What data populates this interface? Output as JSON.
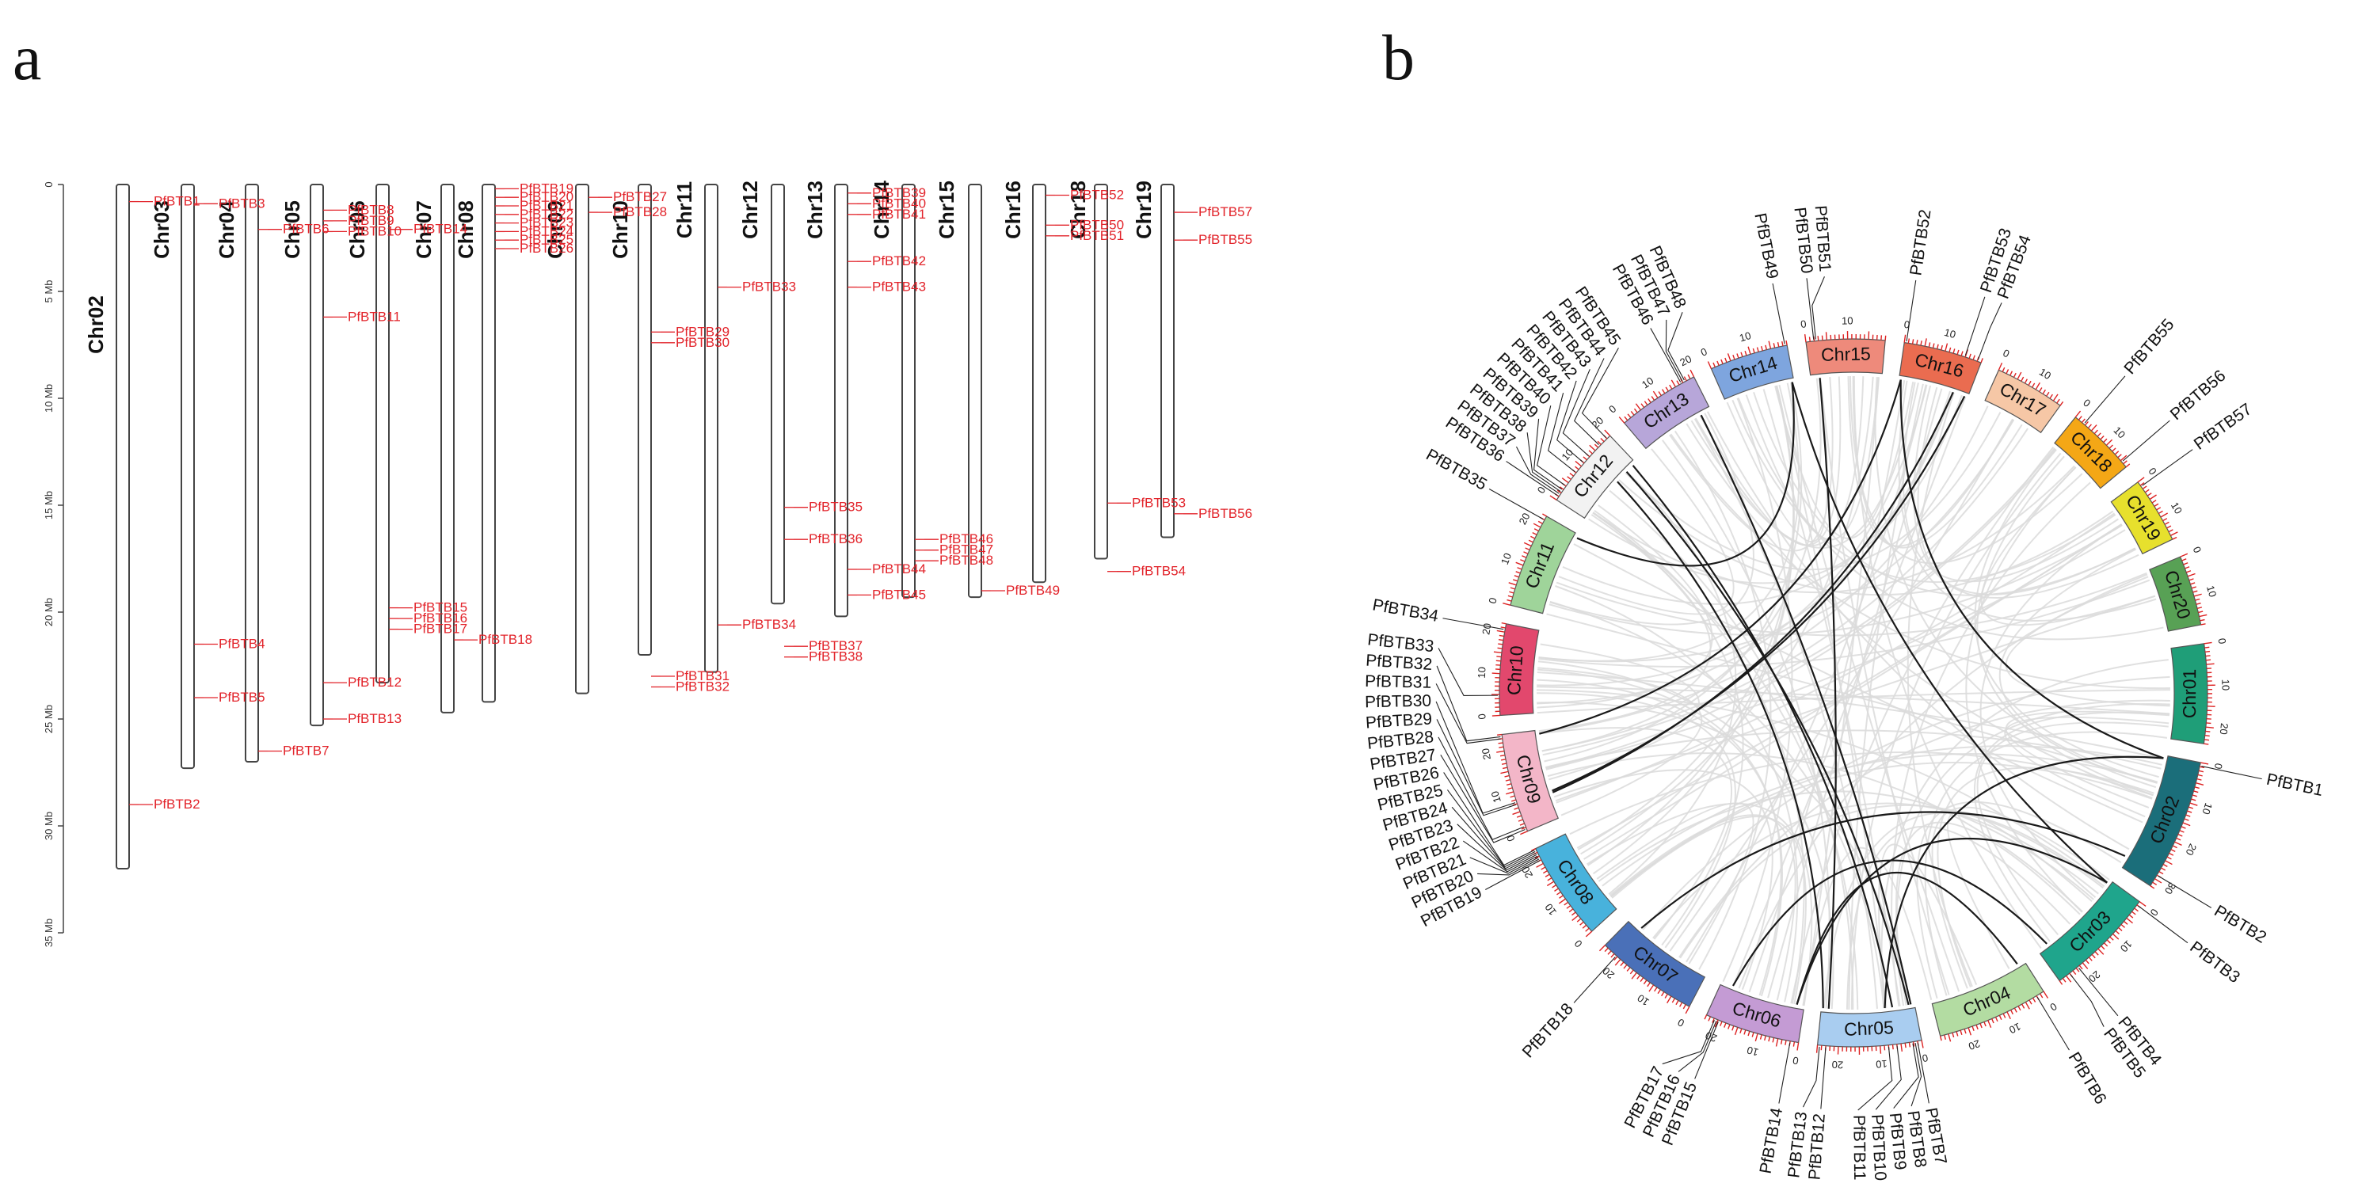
{
  "panels": {
    "a": "a",
    "b": "b"
  },
  "panel_a": {
    "axis": {
      "labels": [
        "0",
        "5 Mb",
        "10 Mb",
        "15 Mb",
        "20 Mb",
        "25 Mb",
        "30 Mb",
        "35 Mb"
      ],
      "max_mb": 35
    },
    "chromosomes": [
      {
        "name": "Chr02",
        "length_mb": 32
      },
      {
        "name": "Chr03",
        "length_mb": 27.3
      },
      {
        "name": "Chr04",
        "length_mb": 27
      },
      {
        "name": "Chr05",
        "length_mb": 25.3
      },
      {
        "name": "Chr06",
        "length_mb": 23.3
      },
      {
        "name": "Chr07",
        "length_mb": 24.7
      },
      {
        "name": "Chr08",
        "length_mb": 24.2
      },
      {
        "name": "Chr09",
        "length_mb": 23.8
      },
      {
        "name": "Chr10",
        "length_mb": 22
      },
      {
        "name": "Chr11",
        "length_mb": 22.8
      },
      {
        "name": "Chr12",
        "length_mb": 19.6
      },
      {
        "name": "Chr13",
        "length_mb": 20.2
      },
      {
        "name": "Chr14",
        "length_mb": 19.3
      },
      {
        "name": "Chr15",
        "length_mb": 19.3
      },
      {
        "name": "Chr16",
        "length_mb": 18.6
      },
      {
        "name": "Chr18",
        "length_mb": 17.5
      },
      {
        "name": "Chr19",
        "length_mb": 16.5
      }
    ],
    "genes": [
      {
        "chr": 0,
        "pos": 0.8,
        "name": "PfBTB1"
      },
      {
        "chr": 0,
        "pos": 29,
        "name": "PfBTB2"
      },
      {
        "chr": 1,
        "pos": 0.9,
        "name": "PfBTB3"
      },
      {
        "chr": 1,
        "pos": 21.5,
        "name": "PfBTB4"
      },
      {
        "chr": 1,
        "pos": 24,
        "name": "PfBTB5"
      },
      {
        "chr": 2,
        "pos": 2.1,
        "name": "PfBTB6"
      },
      {
        "chr": 2,
        "pos": 26.5,
        "name": "PfBTB7"
      },
      {
        "chr": 3,
        "pos": 1.2,
        "name": "PfBTB8"
      },
      {
        "chr": 3,
        "pos": 1.7,
        "name": "PfBTB9"
      },
      {
        "chr": 3,
        "pos": 2.2,
        "name": "PfBTB10"
      },
      {
        "chr": 3,
        "pos": 6.2,
        "name": "PfBTB11"
      },
      {
        "chr": 3,
        "pos": 23.3,
        "name": "PfBTB12"
      },
      {
        "chr": 3,
        "pos": 25,
        "name": "PfBTB13"
      },
      {
        "chr": 4,
        "pos": 2.1,
        "name": "PfBTB14"
      },
      {
        "chr": 4,
        "pos": 19.8,
        "name": "PfBTB15"
      },
      {
        "chr": 4,
        "pos": 20.3,
        "name": "PfBTB16"
      },
      {
        "chr": 4,
        "pos": 20.8,
        "name": "PfBTB17"
      },
      {
        "chr": 5,
        "pos": 21.3,
        "name": "PfBTB18"
      },
      {
        "chr": 6,
        "pos": 0.2,
        "name": "PfBTB19"
      },
      {
        "chr": 6,
        "pos": 0.6,
        "name": "PfBTB20"
      },
      {
        "chr": 6,
        "pos": 1,
        "name": "PfBTB21"
      },
      {
        "chr": 6,
        "pos": 1.4,
        "name": "PfBTB22"
      },
      {
        "chr": 6,
        "pos": 1.8,
        "name": "PfBTB23"
      },
      {
        "chr": 6,
        "pos": 2.2,
        "name": "PfBTB24"
      },
      {
        "chr": 6,
        "pos": 2.6,
        "name": "PfBTB25"
      },
      {
        "chr": 6,
        "pos": 3,
        "name": "PfBTB26"
      },
      {
        "chr": 7,
        "pos": 0.6,
        "name": "PfBTB27"
      },
      {
        "chr": 7,
        "pos": 1.3,
        "name": "PfBTB28"
      },
      {
        "chr": 8,
        "pos": 6.9,
        "name": "PfBTB29"
      },
      {
        "chr": 8,
        "pos": 7.4,
        "name": "PfBTB30"
      },
      {
        "chr": 8,
        "pos": 23,
        "name": "PfBTB31"
      },
      {
        "chr": 8,
        "pos": 23.5,
        "name": "PfBTB32"
      },
      {
        "chr": 9,
        "pos": 4.8,
        "name": "PfBTB33"
      },
      {
        "chr": 9,
        "pos": 20.6,
        "name": "PfBTB34"
      },
      {
        "chr": 10,
        "pos": 15.1,
        "name": "PfBTB35"
      },
      {
        "chr": 10,
        "pos": 16.6,
        "name": "PfBTB36"
      },
      {
        "chr": 10,
        "pos": 21.6,
        "name": "PfBTB37"
      },
      {
        "chr": 10,
        "pos": 22.1,
        "name": "PfBTB38"
      },
      {
        "chr": 11,
        "pos": 0.4,
        "name": "PfBTB39"
      },
      {
        "chr": 11,
        "pos": 0.9,
        "name": "PfBTB40"
      },
      {
        "chr": 11,
        "pos": 1.4,
        "name": "PfBTB41"
      },
      {
        "chr": 11,
        "pos": 3.6,
        "name": "PfBTB42"
      },
      {
        "chr": 11,
        "pos": 4.8,
        "name": "PfBTB43"
      },
      {
        "chr": 11,
        "pos": 18,
        "name": "PfBTB44"
      },
      {
        "chr": 11,
        "pos": 19.2,
        "name": "PfBTB45"
      },
      {
        "chr": 12,
        "pos": 16.6,
        "name": "PfBTB46"
      },
      {
        "chr": 12,
        "pos": 17.1,
        "name": "PfBTB47"
      },
      {
        "chr": 12,
        "pos": 17.6,
        "name": "PfBTB48"
      },
      {
        "chr": 13,
        "pos": 19,
        "name": "PfBTB49"
      },
      {
        "chr": 14,
        "pos": 1.9,
        "name": "PfBTB50"
      },
      {
        "chr": 14,
        "pos": 2.4,
        "name": "PfBTB51"
      },
      {
        "chr": 14,
        "pos": 0.5,
        "name": "PfBTB52"
      },
      {
        "chr": 15,
        "pos": 14.9,
        "name": "PfBTB53"
      },
      {
        "chr": 15,
        "pos": 18.1,
        "name": "PfBTB54"
      },
      {
        "chr": 16,
        "pos": 2.6,
        "name": "PfBTB55"
      },
      {
        "chr": 16,
        "pos": 15.4,
        "name": "PfBTB56"
      },
      {
        "chr": 16,
        "pos": 1.3,
        "name": "PfBTB57"
      }
    ]
  },
  "panel_b": {
    "chromosomes": [
      {
        "name": "Chr01",
        "length": 24,
        "color": "#1f9e78",
        "ticks": [
          "0",
          "10",
          "20"
        ]
      },
      {
        "name": "Chr02",
        "length": 32,
        "color": "#1b6e7a",
        "ticks": [
          "0",
          "10",
          "20",
          "30"
        ]
      },
      {
        "name": "Chr03",
        "length": 27,
        "color": "#1fa58c",
        "ticks": [
          "0",
          "10",
          "20"
        ]
      },
      {
        "name": "Chr04",
        "length": 27,
        "color": "#b3dca2",
        "ticks": [
          "0",
          "10",
          "20"
        ]
      },
      {
        "name": "Chr05",
        "length": 25,
        "color": "#a9cdf0",
        "ticks": [
          "0",
          "10",
          "20"
        ]
      },
      {
        "name": "Chr06",
        "length": 23,
        "color": "#c49bd4",
        "ticks": [
          "0",
          "10",
          "20"
        ]
      },
      {
        "name": "Chr07",
        "length": 25,
        "color": "#4a70b8",
        "ticks": [
          "0",
          "10",
          "20"
        ]
      },
      {
        "name": "Chr08",
        "length": 24,
        "color": "#48b2dc",
        "ticks": [
          "0",
          "10",
          "20"
        ]
      },
      {
        "name": "Chr09",
        "length": 24,
        "color": "#f3b6c8",
        "ticks": [
          "0",
          "10",
          "20"
        ]
      },
      {
        "name": "Chr10",
        "length": 22,
        "color": "#e2486d",
        "ticks": [
          "0",
          "10",
          "20"
        ]
      },
      {
        "name": "Chr11",
        "length": 23,
        "color": "#9fd49a",
        "ticks": [
          "0",
          "10",
          "20"
        ]
      },
      {
        "name": "Chr12",
        "length": 20,
        "color": "#f2f2f2",
        "ticks": [
          "0",
          "10",
          "20"
        ]
      },
      {
        "name": "Chr13",
        "length": 20,
        "color": "#b7a6d9",
        "ticks": [
          "0",
          "10",
          "20"
        ]
      },
      {
        "name": "Chr14",
        "length": 19,
        "color": "#7ea5de",
        "ticks": [
          "0",
          "10"
        ]
      },
      {
        "name": "Chr15",
        "length": 19,
        "color": "#ee8a7b",
        "ticks": [
          "0",
          "10"
        ]
      },
      {
        "name": "Chr16",
        "length": 19,
        "color": "#ea6c50",
        "ticks": [
          "0",
          "10"
        ]
      },
      {
        "name": "Chr17",
        "length": 17,
        "color": "#f6c7a6",
        "ticks": [
          "0",
          "10"
        ]
      },
      {
        "name": "Chr18",
        "length": 17,
        "color": "#f4a716",
        "ticks": [
          "0",
          "10"
        ]
      },
      {
        "name": "Chr19",
        "length": 16,
        "color": "#e7e02d",
        "ticks": [
          "0",
          "10"
        ]
      },
      {
        "name": "Chr20",
        "length": 17,
        "color": "#58a155",
        "ticks": [
          "0",
          "10"
        ]
      }
    ],
    "genes": [
      {
        "chr": "Chr02",
        "pos": 0.8,
        "name": "PfBTB1"
      },
      {
        "chr": "Chr02",
        "pos": 29,
        "name": "PfBTB2"
      },
      {
        "chr": "Chr03",
        "pos": 1,
        "name": "PfBTB3"
      },
      {
        "chr": "Chr03",
        "pos": 21.5,
        "name": "PfBTB4"
      },
      {
        "chr": "Chr03",
        "pos": 24,
        "name": "PfBTB5"
      },
      {
        "chr": "Chr04",
        "pos": 2,
        "name": "PfBTB6"
      },
      {
        "chr": "Chr05",
        "pos": 1,
        "name": "PfBTB7"
      },
      {
        "chr": "Chr05",
        "pos": 1.6,
        "name": "PfBTB8"
      },
      {
        "chr": "Chr05",
        "pos": 2.2,
        "name": "PfBTB9"
      },
      {
        "chr": "Chr05",
        "pos": 6,
        "name": "PfBTB10"
      },
      {
        "chr": "Chr05",
        "pos": 8,
        "name": "PfBTB11"
      },
      {
        "chr": "Chr05",
        "pos": 23,
        "name": "PfBTB12"
      },
      {
        "chr": "Chr05",
        "pos": 24.5,
        "name": "PfBTB13"
      },
      {
        "chr": "Chr06",
        "pos": 2,
        "name": "PfBTB14"
      },
      {
        "chr": "Chr06",
        "pos": 19.8,
        "name": "PfBTB15"
      },
      {
        "chr": "Chr06",
        "pos": 20.3,
        "name": "PfBTB16"
      },
      {
        "chr": "Chr06",
        "pos": 20.8,
        "name": "PfBTB17"
      },
      {
        "chr": "Chr07",
        "pos": 21.3,
        "name": "PfBTB18"
      },
      {
        "chr": "Chr08",
        "pos": 21,
        "name": "PfBTB19"
      },
      {
        "chr": "Chr08",
        "pos": 21.4,
        "name": "PfBTB20"
      },
      {
        "chr": "Chr08",
        "pos": 21.8,
        "name": "PfBTB21"
      },
      {
        "chr": "Chr08",
        "pos": 22.2,
        "name": "PfBTB22"
      },
      {
        "chr": "Chr08",
        "pos": 22.6,
        "name": "PfBTB23"
      },
      {
        "chr": "Chr08",
        "pos": 23,
        "name": "PfBTB24"
      },
      {
        "chr": "Chr08",
        "pos": 23.4,
        "name": "PfBTB25"
      },
      {
        "chr": "Chr08",
        "pos": 23.8,
        "name": "PfBTB26"
      },
      {
        "chr": "Chr09",
        "pos": 0.6,
        "name": "PfBTB27"
      },
      {
        "chr": "Chr09",
        "pos": 1.3,
        "name": "PfBTB28"
      },
      {
        "chr": "Chr09",
        "pos": 6.9,
        "name": "PfBTB29"
      },
      {
        "chr": "Chr09",
        "pos": 7.4,
        "name": "PfBTB30"
      },
      {
        "chr": "Chr09",
        "pos": 23,
        "name": "PfBTB31"
      },
      {
        "chr": "Chr09",
        "pos": 23.5,
        "name": "PfBTB32"
      },
      {
        "chr": "Chr10",
        "pos": 4.8,
        "name": "PfBTB33"
      },
      {
        "chr": "Chr10",
        "pos": 20.6,
        "name": "PfBTB34"
      },
      {
        "chr": "Chr11",
        "pos": 22,
        "name": "PfBTB35"
      },
      {
        "chr": "Chr12",
        "pos": 1,
        "name": "PfBTB36"
      },
      {
        "chr": "Chr12",
        "pos": 1.6,
        "name": "PfBTB37"
      },
      {
        "chr": "Chr12",
        "pos": 2.2,
        "name": "PfBTB38"
      },
      {
        "chr": "Chr12",
        "pos": 2.8,
        "name": "PfBTB39"
      },
      {
        "chr": "Chr12",
        "pos": 4,
        "name": "PfBTB40"
      },
      {
        "chr": "Chr12",
        "pos": 8,
        "name": "PfBTB41"
      },
      {
        "chr": "Chr12",
        "pos": 11,
        "name": "PfBTB42"
      },
      {
        "chr": "Chr12",
        "pos": 13,
        "name": "PfBTB43"
      },
      {
        "chr": "Chr12",
        "pos": 16.6,
        "name": "PfBTB44"
      },
      {
        "chr": "Chr12",
        "pos": 19,
        "name": "PfBTB45"
      },
      {
        "chr": "Chr13",
        "pos": 16.6,
        "name": "PfBTB46"
      },
      {
        "chr": "Chr13",
        "pos": 17.1,
        "name": "PfBTB47"
      },
      {
        "chr": "Chr13",
        "pos": 17.6,
        "name": "PfBTB48"
      },
      {
        "chr": "Chr14",
        "pos": 18.5,
        "name": "PfBTB49"
      },
      {
        "chr": "Chr15",
        "pos": 1.9,
        "name": "PfBTB50"
      },
      {
        "chr": "Chr15",
        "pos": 2.4,
        "name": "PfBTB51"
      },
      {
        "chr": "Chr16",
        "pos": 0.5,
        "name": "PfBTB52"
      },
      {
        "chr": "Chr16",
        "pos": 14.9,
        "name": "PfBTB53"
      },
      {
        "chr": "Chr16",
        "pos": 18.1,
        "name": "PfBTB54"
      },
      {
        "chr": "Chr18",
        "pos": 2.6,
        "name": "PfBTB55"
      },
      {
        "chr": "Chr18",
        "pos": 15.4,
        "name": "PfBTB56"
      },
      {
        "chr": "Chr19",
        "pos": 1.3,
        "name": "PfBTB57"
      }
    ],
    "segmental_duplications": [
      [
        "PfBTB1",
        "PfBTB52"
      ],
      [
        "PfBTB1",
        "PfBTB11"
      ],
      [
        "PfBTB3",
        "PfBTB49"
      ],
      [
        "PfBTB3",
        "PfBTB14"
      ],
      [
        "PfBTB6",
        "PfBTB14"
      ],
      [
        "PfBTB10",
        "PfBTB45"
      ],
      [
        "PfBTB12",
        "PfBTB51"
      ],
      [
        "PfBTB13",
        "PfBTB43"
      ],
      [
        "PfBTB7",
        "PfBTB47"
      ],
      [
        "PfBTB29",
        "PfBTB53"
      ],
      [
        "PfBTB30",
        "PfBTB54"
      ],
      [
        "PfBTB35",
        "PfBTB49"
      ],
      [
        "PfBTB31",
        "PfBTB52"
      ],
      [
        "PfBTB18",
        "PfBTB2"
      ],
      [
        "PfBTB15",
        "PfBTB5"
      ],
      [
        "PfBTB44",
        "PfBTB8"
      ]
    ]
  }
}
